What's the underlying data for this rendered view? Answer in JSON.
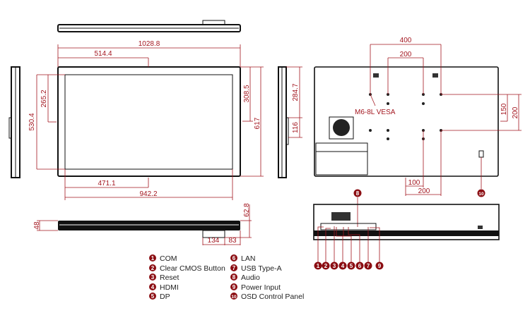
{
  "dimensions": {
    "width_overall": "1028.8",
    "width_half": "514.4",
    "height_active": "530.4",
    "height_active_half": "265.2",
    "height_right_half": "308.5",
    "height_overall": "617",
    "width_active_half": "471.1",
    "width_active": "942.2",
    "side_upper": "284.7",
    "side_lower": "116",
    "depth_bezel": "48",
    "depth_total": "62.8",
    "bottom_134": "134",
    "bottom_83": "83",
    "vesa_outer_w": "400",
    "vesa_inner_w": "200",
    "vesa_inner_h": "150",
    "vesa_outer_h": "200",
    "vesa_bottom_100": "100",
    "vesa_bottom_200": "200"
  },
  "vesa_label": "M6-8L VESA",
  "legend": [
    {
      "num": "1",
      "label": "COM"
    },
    {
      "num": "2",
      "label": "Clear CMOS Button"
    },
    {
      "num": "3",
      "label": "Reset"
    },
    {
      "num": "4",
      "label": "HDMI"
    },
    {
      "num": "5",
      "label": "DP"
    },
    {
      "num": "6",
      "label": "LAN"
    },
    {
      "num": "7",
      "label": "USB Type-A"
    },
    {
      "num": "8",
      "label": "Audio"
    },
    {
      "num": "9",
      "label": "Power Input"
    },
    {
      "num": "10",
      "label": "OSD Control Panel"
    }
  ],
  "colors": {
    "dimension": "#a3161f",
    "badge": "#8b0d12"
  }
}
